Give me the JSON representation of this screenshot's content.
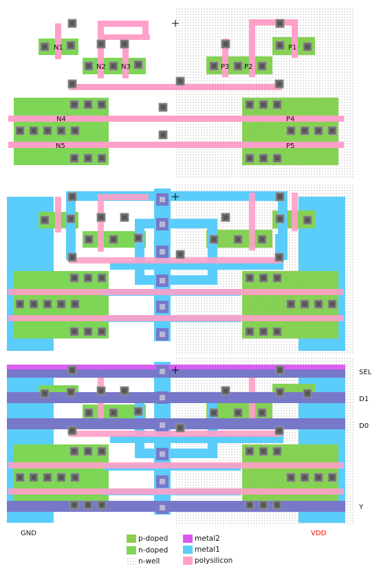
{
  "transistors": [
    "N1",
    "N2",
    "N3",
    "P1",
    "P2",
    "P3",
    "N4",
    "N5",
    "P4",
    "P5"
  ],
  "rails": {
    "gnd": "GND",
    "vdd": "VDD"
  },
  "signals": [
    "SEL",
    "D1",
    "D0",
    "Y"
  ],
  "legend": [
    {
      "key": "p-doped",
      "label": "p-doped"
    },
    {
      "key": "n-doped",
      "label": "n-doped"
    },
    {
      "key": "n-well",
      "label": "n-well"
    },
    {
      "key": "metal2",
      "label": "metal2"
    },
    {
      "key": "metal1",
      "label": "metal1"
    },
    {
      "key": "polysilicon",
      "label": "polysilicon"
    }
  ],
  "colors": {
    "n_doped": "#7dd655",
    "p_doped": "#7dd655",
    "metal1": "#5bcdfa",
    "metal2": "#dc58f0",
    "polysilicon": "#ffa0c8",
    "contact": "#6e6e6e",
    "via": "#7878c8",
    "vdd_text": "#ff0000"
  }
}
